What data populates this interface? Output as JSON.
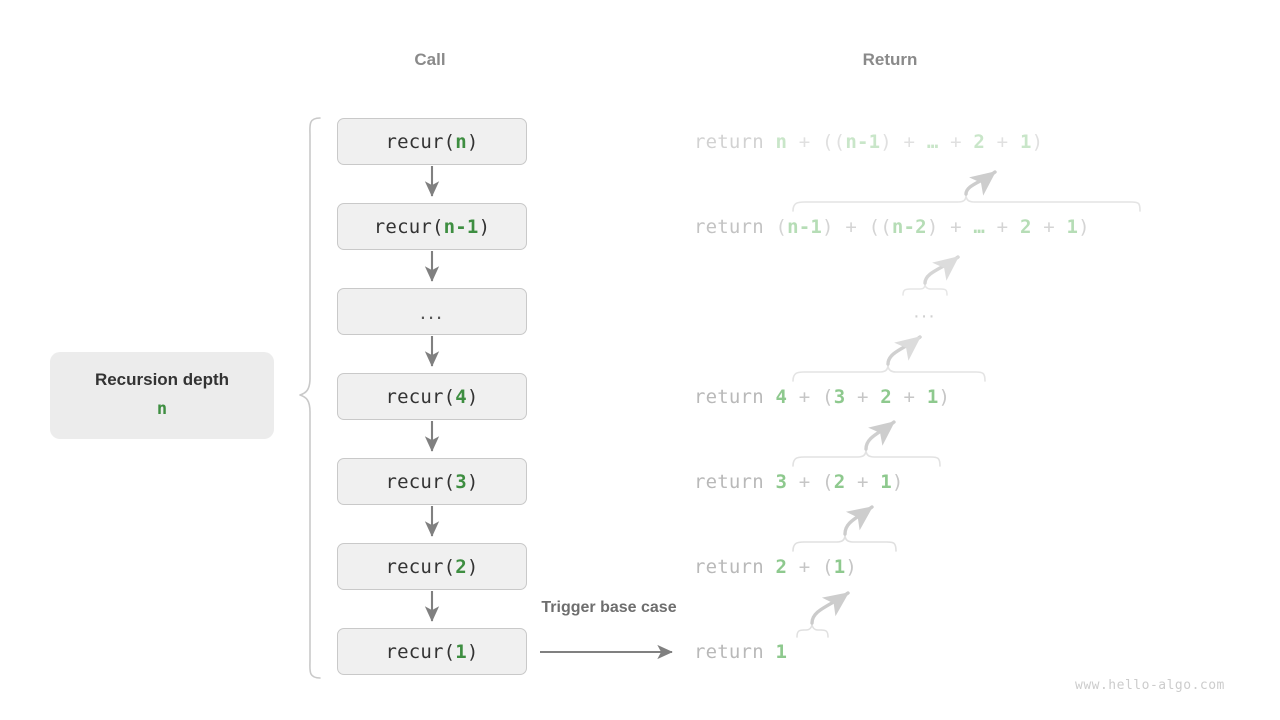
{
  "headers": {
    "call": "Call",
    "return": "Return"
  },
  "depth_label": {
    "title": "Recursion depth",
    "value": "n"
  },
  "trigger_label": "Trigger base case",
  "watermark": "www.hello-algo.com",
  "colors": {
    "box_fill": "#f0f0f0",
    "box_border": "#c9c9c9",
    "box_text": "#333333",
    "accent_green": "#3e8e41",
    "return_green": "#8ec98e",
    "return_gray": "#b9b9b9",
    "arrow_gray": "#808080",
    "header_gray": "#8a8a8a",
    "brace_gray": "#e2e2e2",
    "watermark_gray": "#cccccc"
  },
  "call_stack": [
    {
      "name": "recur-n",
      "prefix": "recur(",
      "arg": "n",
      "suffix": ")"
    },
    {
      "name": "recur-n1",
      "prefix": "recur(",
      "arg": "n-1",
      "suffix": ")"
    },
    {
      "name": "ellipsis",
      "prefix": "",
      "arg": "",
      "suffix": "",
      "text": "..."
    },
    {
      "name": "recur-4",
      "prefix": "recur(",
      "arg": "4",
      "suffix": ")"
    },
    {
      "name": "recur-3",
      "prefix": "recur(",
      "arg": "3",
      "suffix": ")"
    },
    {
      "name": "recur-2",
      "prefix": "recur(",
      "arg": "2",
      "suffix": ")"
    },
    {
      "name": "recur-1",
      "prefix": "recur(",
      "arg": "1",
      "suffix": ")"
    }
  ],
  "returns": [
    {
      "name": "return-n",
      "keyword": "return",
      "expression": "n + ((n-1) + … + 2 + 1)"
    },
    {
      "name": "return-n1",
      "keyword": "return",
      "expression": "(n-1) + ((n-2) + … + 2 + 1)"
    },
    {
      "name": "return-ellipsis",
      "keyword": "",
      "expression": "..."
    },
    {
      "name": "return-4",
      "keyword": "return",
      "expression": "4 + (3 + 2 + 1)"
    },
    {
      "name": "return-3",
      "keyword": "return",
      "expression": "3 + (2 + 1)"
    },
    {
      "name": "return-2",
      "keyword": "return",
      "expression": "2 + (1)"
    },
    {
      "name": "return-1",
      "keyword": "return",
      "expression": "1"
    }
  ]
}
